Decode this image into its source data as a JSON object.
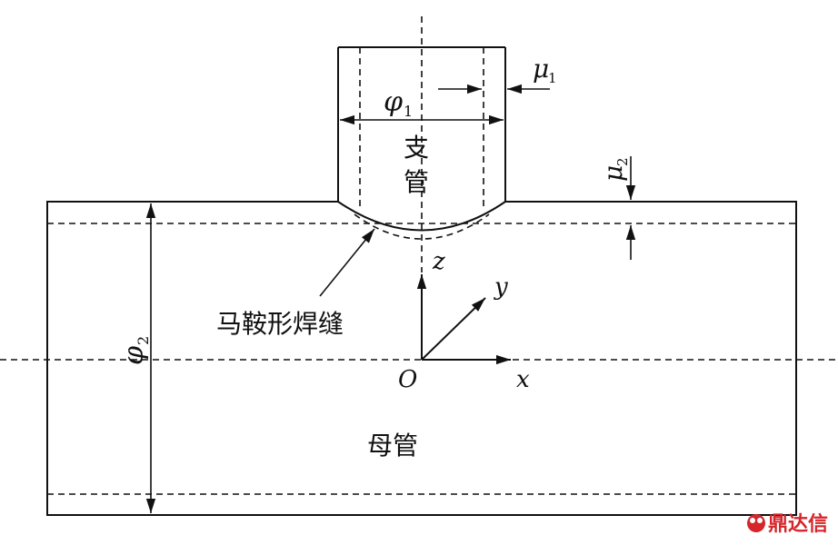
{
  "labels": {
    "phi1": "φ",
    "phi1_sub": "1",
    "phi2": "φ",
    "phi2_sub": "2",
    "mu1": "μ",
    "mu1_sub": "1",
    "mu2": "μ",
    "mu2_sub": "2",
    "branch_pipe_char1": "支",
    "branch_pipe_char2": "管",
    "main_pipe": "母管",
    "saddle_weld": "马鞍形焊缝",
    "axis_x": "x",
    "axis_y": "y",
    "axis_z": "z",
    "origin": "O"
  },
  "watermark": {
    "text": "鼎达信",
    "color": "#d6262b"
  }
}
